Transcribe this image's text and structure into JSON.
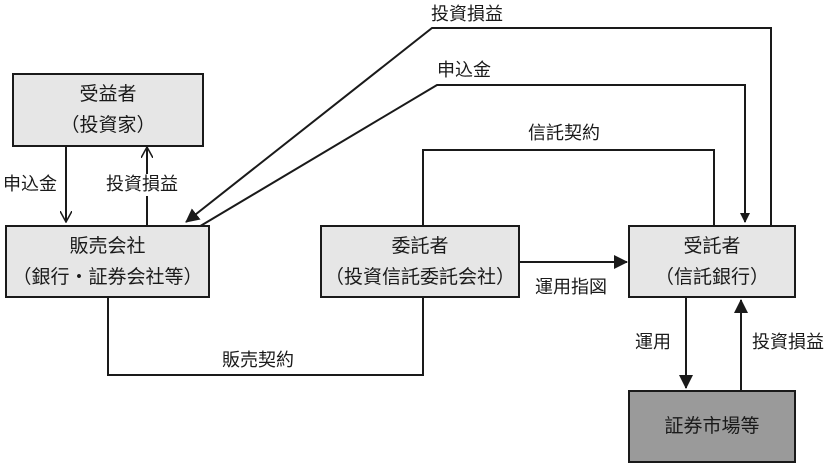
{
  "nodes": {
    "beneficiary": {
      "line1": "受益者",
      "line2": "（投資家）"
    },
    "distributor": {
      "line1": "販売会社",
      "line2": "（銀行・証券会社等）"
    },
    "trustor": {
      "line1": "委託者",
      "line2": "（投資信託委託会社）"
    },
    "trustee": {
      "line1": "受託者",
      "line2": "（信託銀行）"
    },
    "market": {
      "line1": "証券市場等"
    }
  },
  "edges": {
    "top_return_label": "投資損益",
    "top_subscription_label": "申込金",
    "trust_contract_label": "信託契約",
    "sales_contract_label": "販売契約",
    "left_subscription_label": "申込金",
    "left_return_label": "投資損益",
    "instruction_label": "運用指図",
    "operation_label": "運用",
    "market_return_label": "投資損益"
  },
  "colors": {
    "node_fill": "#e6e6e6",
    "market_fill": "#9a9a9a",
    "line": "#1a1a1a"
  }
}
